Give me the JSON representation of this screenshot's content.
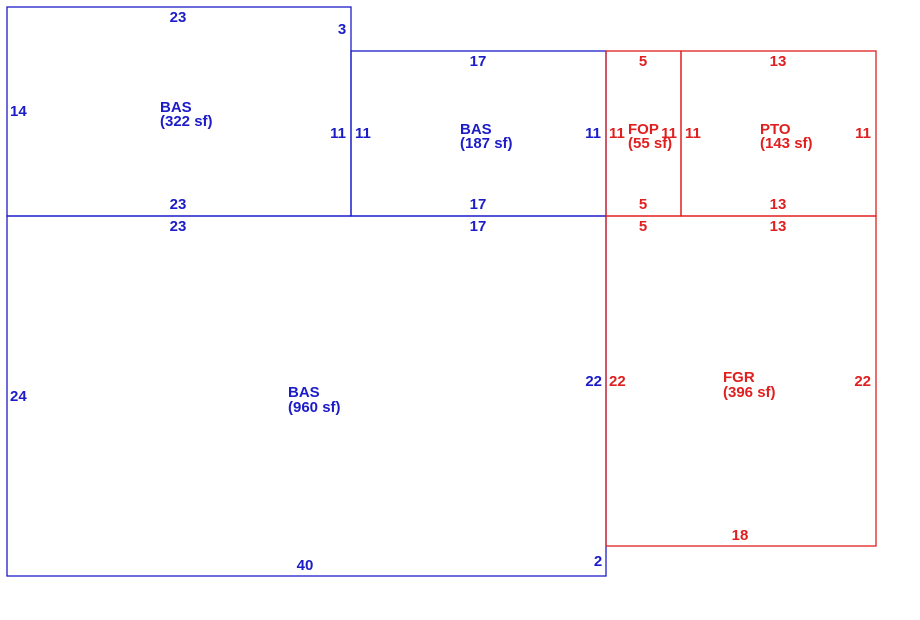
{
  "colors": {
    "living_area": "#1c1cc8",
    "non_living_area": "#e02020"
  },
  "areas": {
    "bas_upper_left": {
      "code": "BAS",
      "area": "(322 sf)"
    },
    "bas_upper_middle": {
      "code": "BAS",
      "area": "(187 sf)"
    },
    "fop": {
      "code": "FOP",
      "area": "(55 sf)"
    },
    "pto": {
      "code": "PTO",
      "area": "(143 sf)"
    },
    "bas_main": {
      "code": "BAS",
      "area": "(960 sf)"
    },
    "fgr": {
      "code": "FGR",
      "area": "(396 sf)"
    }
  },
  "dimensions": {
    "bas_upper_left": {
      "top": "23",
      "step": "3",
      "left": "14",
      "right": "11",
      "bottom": "23"
    },
    "bas_upper_middle": {
      "top": "17",
      "left": "11",
      "right": "11",
      "bottom": "17"
    },
    "fop": {
      "top": "5",
      "left": "11",
      "right": "11",
      "bottom": "5"
    },
    "pto": {
      "top": "13",
      "left": "11",
      "right": "11",
      "bottom": "13"
    },
    "bas_main": {
      "top_left": "23",
      "top_right": "17",
      "left": "24",
      "right": "22",
      "bottom": "40",
      "corner": "2"
    },
    "fgr": {
      "top_left": "5",
      "top_right": "13",
      "left": "22",
      "right": "22",
      "bottom": "18"
    }
  }
}
